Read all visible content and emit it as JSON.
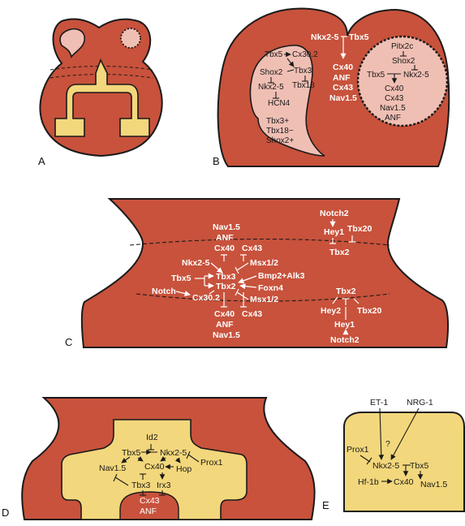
{
  "panels": {
    "A": {
      "label": "A"
    },
    "B": {
      "label": "B",
      "top": {
        "nkx": "Nkx2-5",
        "tbx5": "Tbx5",
        "targets": [
          "Cx40",
          "ANF",
          "Cx43",
          "Nav1.5"
        ]
      },
      "left_node": {
        "tbx5": "Tbx5",
        "cx302": "Cx30.2",
        "shox2": "Shox2",
        "tbx3": "Tbx3",
        "nkx": "Nkx2-5",
        "tbx18": "Tbx18",
        "hcn4": "HCN4",
        "notes": [
          "Tbx3+",
          "Tbx18−",
          "Shox2+"
        ]
      },
      "right_node": {
        "pitx2c": "Pitx2c",
        "shox2": "Shox2",
        "tbx5": "Tbx5",
        "nkx": "Nkx2-5",
        "targets": [
          "Cx40",
          "Cx43",
          "Nav1.5",
          "ANF"
        ]
      }
    },
    "C": {
      "label": "C",
      "top_right": {
        "notch2": "Notch2",
        "hey1": "Hey1",
        "tbx20": "Tbx20",
        "tbx2": "Tbx2"
      },
      "top_center": [
        "Nav1.5",
        "ANF",
        "Cx40"
      ],
      "cx43_top": "Cx43",
      "nkx": "Nkx2-5",
      "msx_top": "Msx1/2",
      "tbx5": "Tbx5",
      "tbx3": "Tbx3",
      "tbx2": "Tbx2",
      "bmp": "Bmp2+Alk3",
      "foxn4": "Foxn4",
      "notch": "Notch",
      "cx302": "Cx30.2",
      "msx_bottom": "Msx1/2",
      "bottom_center": [
        "Cx40",
        "ANF",
        "Nav1.5"
      ],
      "cx43_bottom": "Cx43",
      "bottom_right": {
        "tbx2": "Tbx2",
        "hey2": "Hey2",
        "tbx20": "Tbx20",
        "hey1": "Hey1",
        "notch2": "Notch2"
      }
    },
    "D": {
      "label": "D",
      "id2": "Id2",
      "tbx5": "Tbx5",
      "nkx": "Nkx2-5",
      "nav": "Nav1.5",
      "cx40": "Cx40",
      "hop": "Hop",
      "prox1": "Prox1",
      "tbx3": "Tbx3",
      "irx3": "Irx3",
      "bottom": [
        "Cx43",
        "ANF"
      ]
    },
    "E": {
      "label": "E",
      "et1": "ET-1",
      "nrg1": "NRG-1",
      "question": "?",
      "prox1": "Prox1",
      "nkx": "Nkx2-5",
      "tbx5": "Tbx5",
      "hf1b": "Hf-1b",
      "cx40": "Cx40",
      "nav": "Nav1.5"
    }
  },
  "colors": {
    "myocardium": "#c8523c",
    "conduction": "#f3d77c",
    "node": "#f0bfb4",
    "outline": "#1a1a1a"
  }
}
